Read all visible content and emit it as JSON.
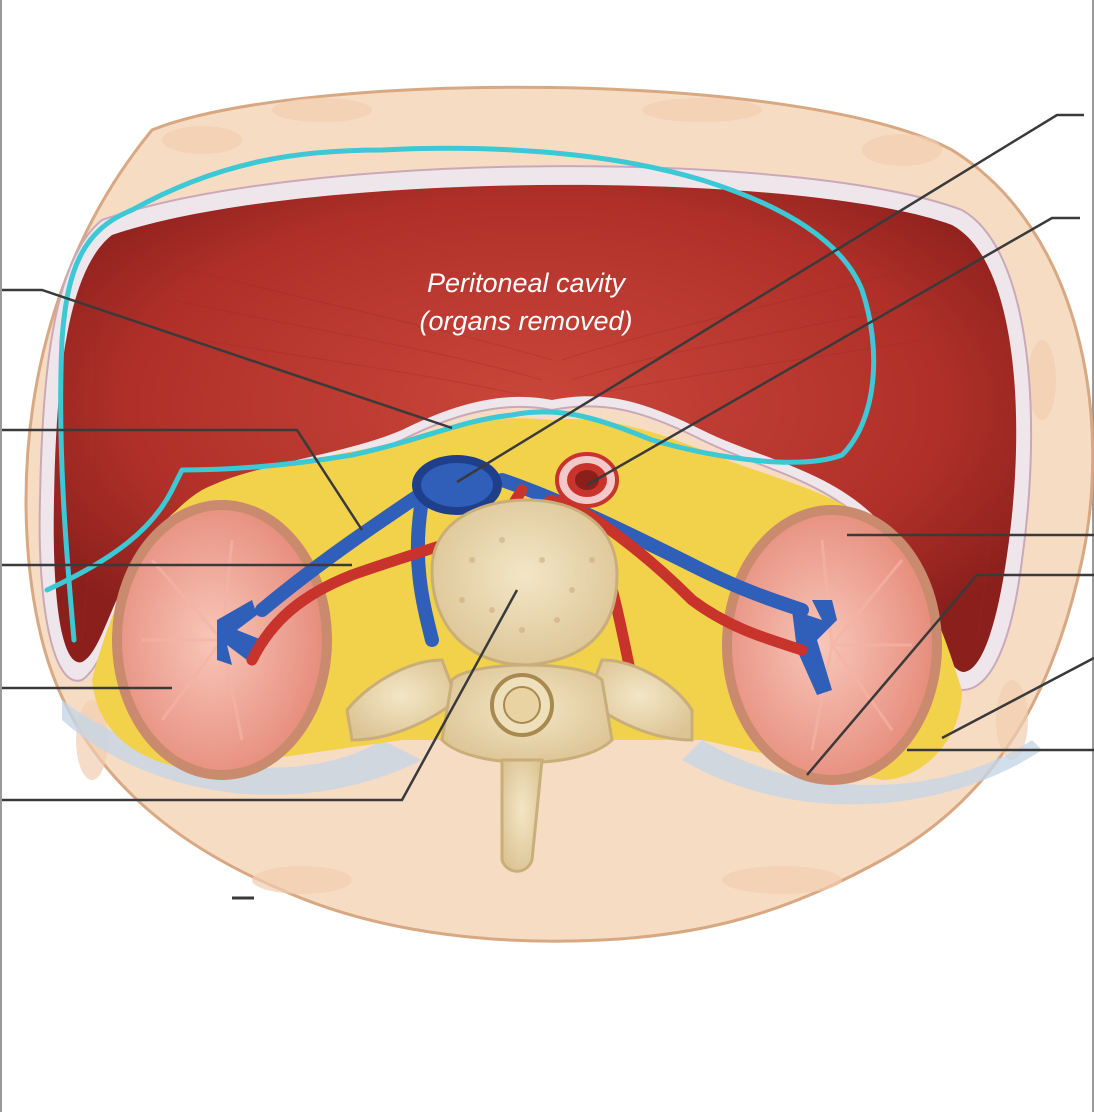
{
  "figure": {
    "caption_line1": "Peritoneal cavity",
    "caption_line2": "(organs removed)"
  },
  "colors": {
    "skin": "#f7dcc4",
    "skin_edge": "#d8a883",
    "muscle": "#b8352e",
    "muscle_dark": "#8a1f1c",
    "peritoneum": "#ece4ea",
    "fat": "#f2d24a",
    "kidney": "#ef9c8c",
    "vein": "#2f5fb8",
    "artery": "#c8332b",
    "bone": "#efe0bc",
    "outline_highlight": "#3cc8d4",
    "leader_line": "#3a3a3a"
  },
  "leader_lines": {
    "left": [
      "peritoneal-membrane",
      "renal-vein-left",
      "renal-artery-left",
      "kidney-right",
      "vertebral-body"
    ],
    "right": [
      "inferior-vena-cava",
      "aorta",
      "renal-fascia",
      "renal-capsule",
      "adipose-capsule",
      "perirenal-fat"
    ]
  }
}
